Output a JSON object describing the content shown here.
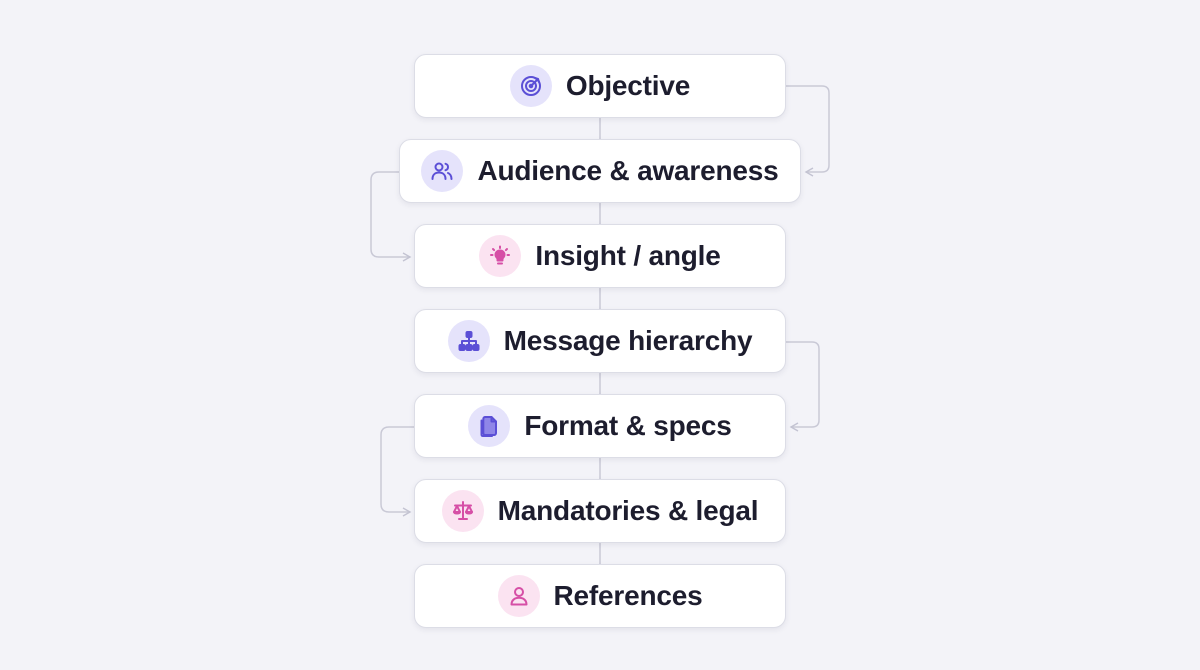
{
  "steps": [
    {
      "label": "Objective",
      "icon": "target-icon",
      "icon_tone": "purple"
    },
    {
      "label": "Audience & awareness",
      "icon": "users-icon",
      "icon_tone": "purple"
    },
    {
      "label": "Insight / angle",
      "icon": "lightbulb-icon",
      "icon_tone": "pink"
    },
    {
      "label": "Message hierarchy",
      "icon": "hierarchy-icon",
      "icon_tone": "purple"
    },
    {
      "label": "Format & specs",
      "icon": "document-icon",
      "icon_tone": "purple"
    },
    {
      "label": "Mandatories & legal",
      "icon": "scales-icon",
      "icon_tone": "pink"
    },
    {
      "label": "References",
      "icon": "person-icon",
      "icon_tone": "pink"
    }
  ],
  "colors": {
    "background": "#f3f3f8",
    "card": "#ffffff",
    "text": "#1d1d2e",
    "connector": "#c9c9d6",
    "icon_purple": "#5b4fd6",
    "icon_pink": "#d64fa6"
  }
}
